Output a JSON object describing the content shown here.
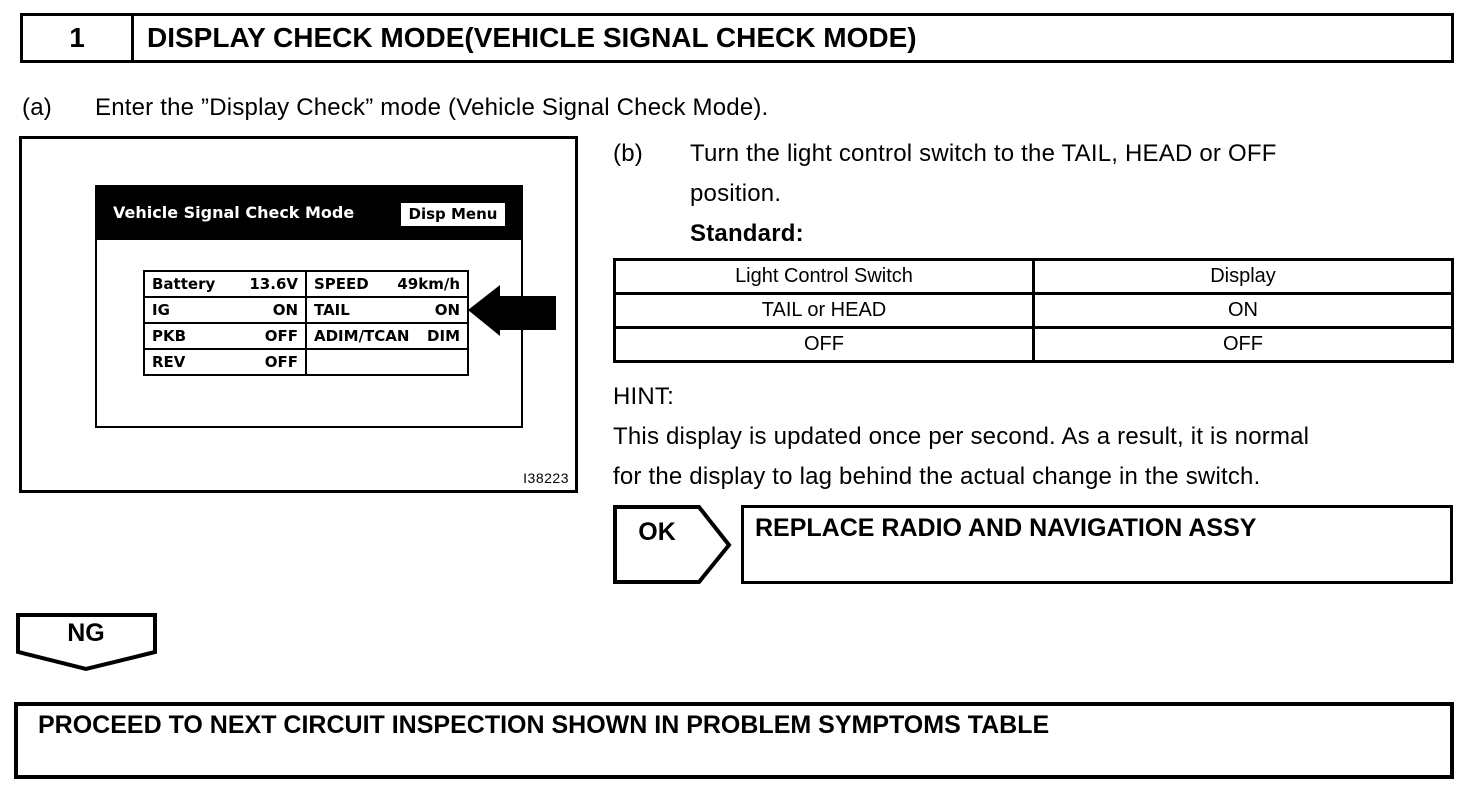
{
  "header": {
    "step_number": "1",
    "step_title": "DISPLAY CHECK MODE(VEHICLE SIGNAL CHECK MODE)"
  },
  "step_a": {
    "label": "(a)",
    "text": "Enter the ”Display Check” mode (Vehicle Signal Check Mode)."
  },
  "step_b": {
    "label": "(b)",
    "line1": "Turn the light control switch to the TAIL, HEAD or OFF",
    "line2": "position.",
    "standard_label": "Standard:"
  },
  "figure": {
    "id": "I38223",
    "screen": {
      "title": "Vehicle Signal Check Mode",
      "menu_button": "Disp Menu",
      "signal_rows": [
        {
          "l1": "Battery",
          "v1": "13.6V",
          "l2": "SPEED",
          "v2": "49km/h"
        },
        {
          "l1": "IG",
          "v1": "ON",
          "l2": "TAIL",
          "v2": "ON"
        },
        {
          "l1": "PKB",
          "v1": "OFF",
          "l2": "ADIM/TCAN",
          "v2": "DIM"
        },
        {
          "l1": "REV",
          "v1": "OFF",
          "l2": "",
          "v2": ""
        }
      ]
    }
  },
  "standard_table": {
    "headers": [
      "Light Control Switch",
      "Display"
    ],
    "rows": [
      [
        "TAIL or HEAD",
        "ON"
      ],
      [
        "OFF",
        "OFF"
      ]
    ]
  },
  "hint": {
    "label": "HINT:",
    "line1": "This display is updated once per second. As a result, it is normal",
    "line2": "for the display to lag behind the actual change in the switch."
  },
  "ok_block": {
    "label": "OK",
    "action": "REPLACE RADIO AND NAVIGATION ASSY"
  },
  "ng_block": {
    "label": "NG",
    "action": "PROCEED TO NEXT CIRCUIT INSPECTION SHOWN IN PROBLEM SYMPTOMS TABLE"
  },
  "colors": {
    "ink": "#000000",
    "paper": "#ffffff",
    "screen_header_bg": "#000000",
    "screen_header_text": "#ffffff"
  }
}
